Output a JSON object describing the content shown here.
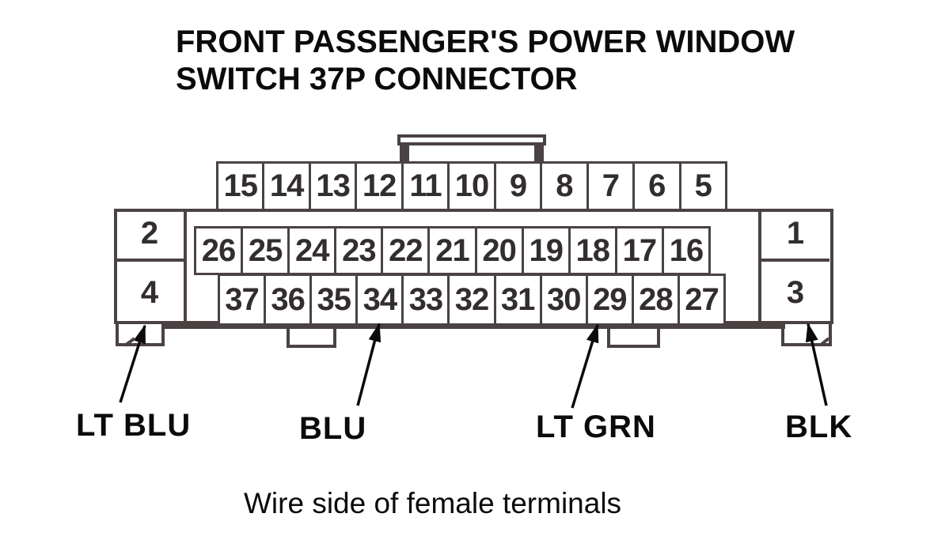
{
  "title": {
    "line1": "FRONT PASSENGER'S POWER WINDOW",
    "line2": "SWITCH 37P CONNECTOR"
  },
  "connector": {
    "label": "37P connector pinout",
    "rows": {
      "top": [
        "15",
        "14",
        "13",
        "12",
        "11",
        "10",
        "9",
        "8",
        "7",
        "6",
        "5"
      ],
      "middle": [
        "26",
        "25",
        "24",
        "23",
        "22",
        "21",
        "20",
        "19",
        "18",
        "17",
        "16"
      ],
      "bottom": [
        "37",
        "36",
        "35",
        "34",
        "33",
        "32",
        "31",
        "30",
        "29",
        "28",
        "27"
      ],
      "left_column": [
        "2",
        "4"
      ],
      "right_column": [
        "1",
        "3"
      ]
    }
  },
  "wire_labels": [
    {
      "label": "LT BLU",
      "points_to_pin": "4"
    },
    {
      "label": "BLU",
      "points_to_pin": "34"
    },
    {
      "label": "LT GRN",
      "points_to_pin": "29"
    },
    {
      "label": "BLK",
      "points_to_pin": "3"
    }
  ],
  "caption": "Wire side of female terminals",
  "colors": {
    "line": "#4a4243",
    "ink": "#0b0b0b",
    "pin-ink": "#332e2e",
    "bg": "#ffffff"
  }
}
